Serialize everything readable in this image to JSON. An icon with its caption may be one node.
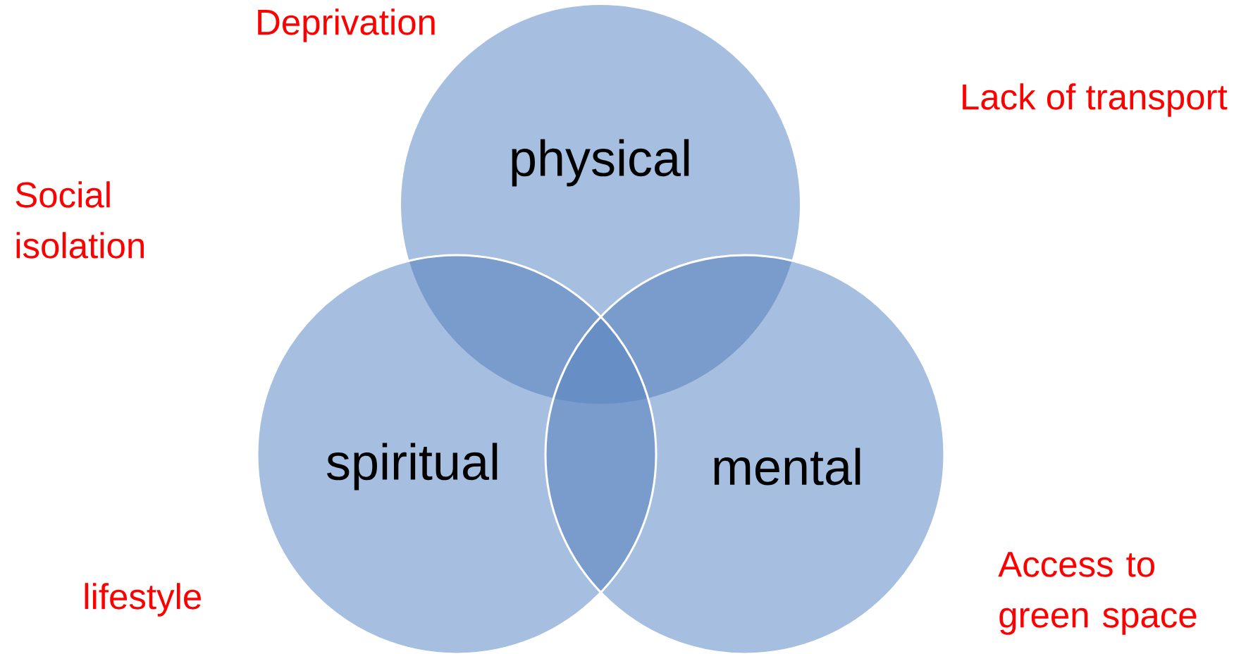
{
  "diagram": {
    "nodes": [
      {
        "text": [
          "physical"
        ]
      },
      {
        "text": [
          "spiritual"
        ]
      },
      {
        "text": [
          "mental"
        ]
      }
    ],
    "labels": [
      "Deprivation",
      "Lack of transport",
      "Social isolation",
      "lifestyle",
      "Access to green space"
    ]
  }
}
